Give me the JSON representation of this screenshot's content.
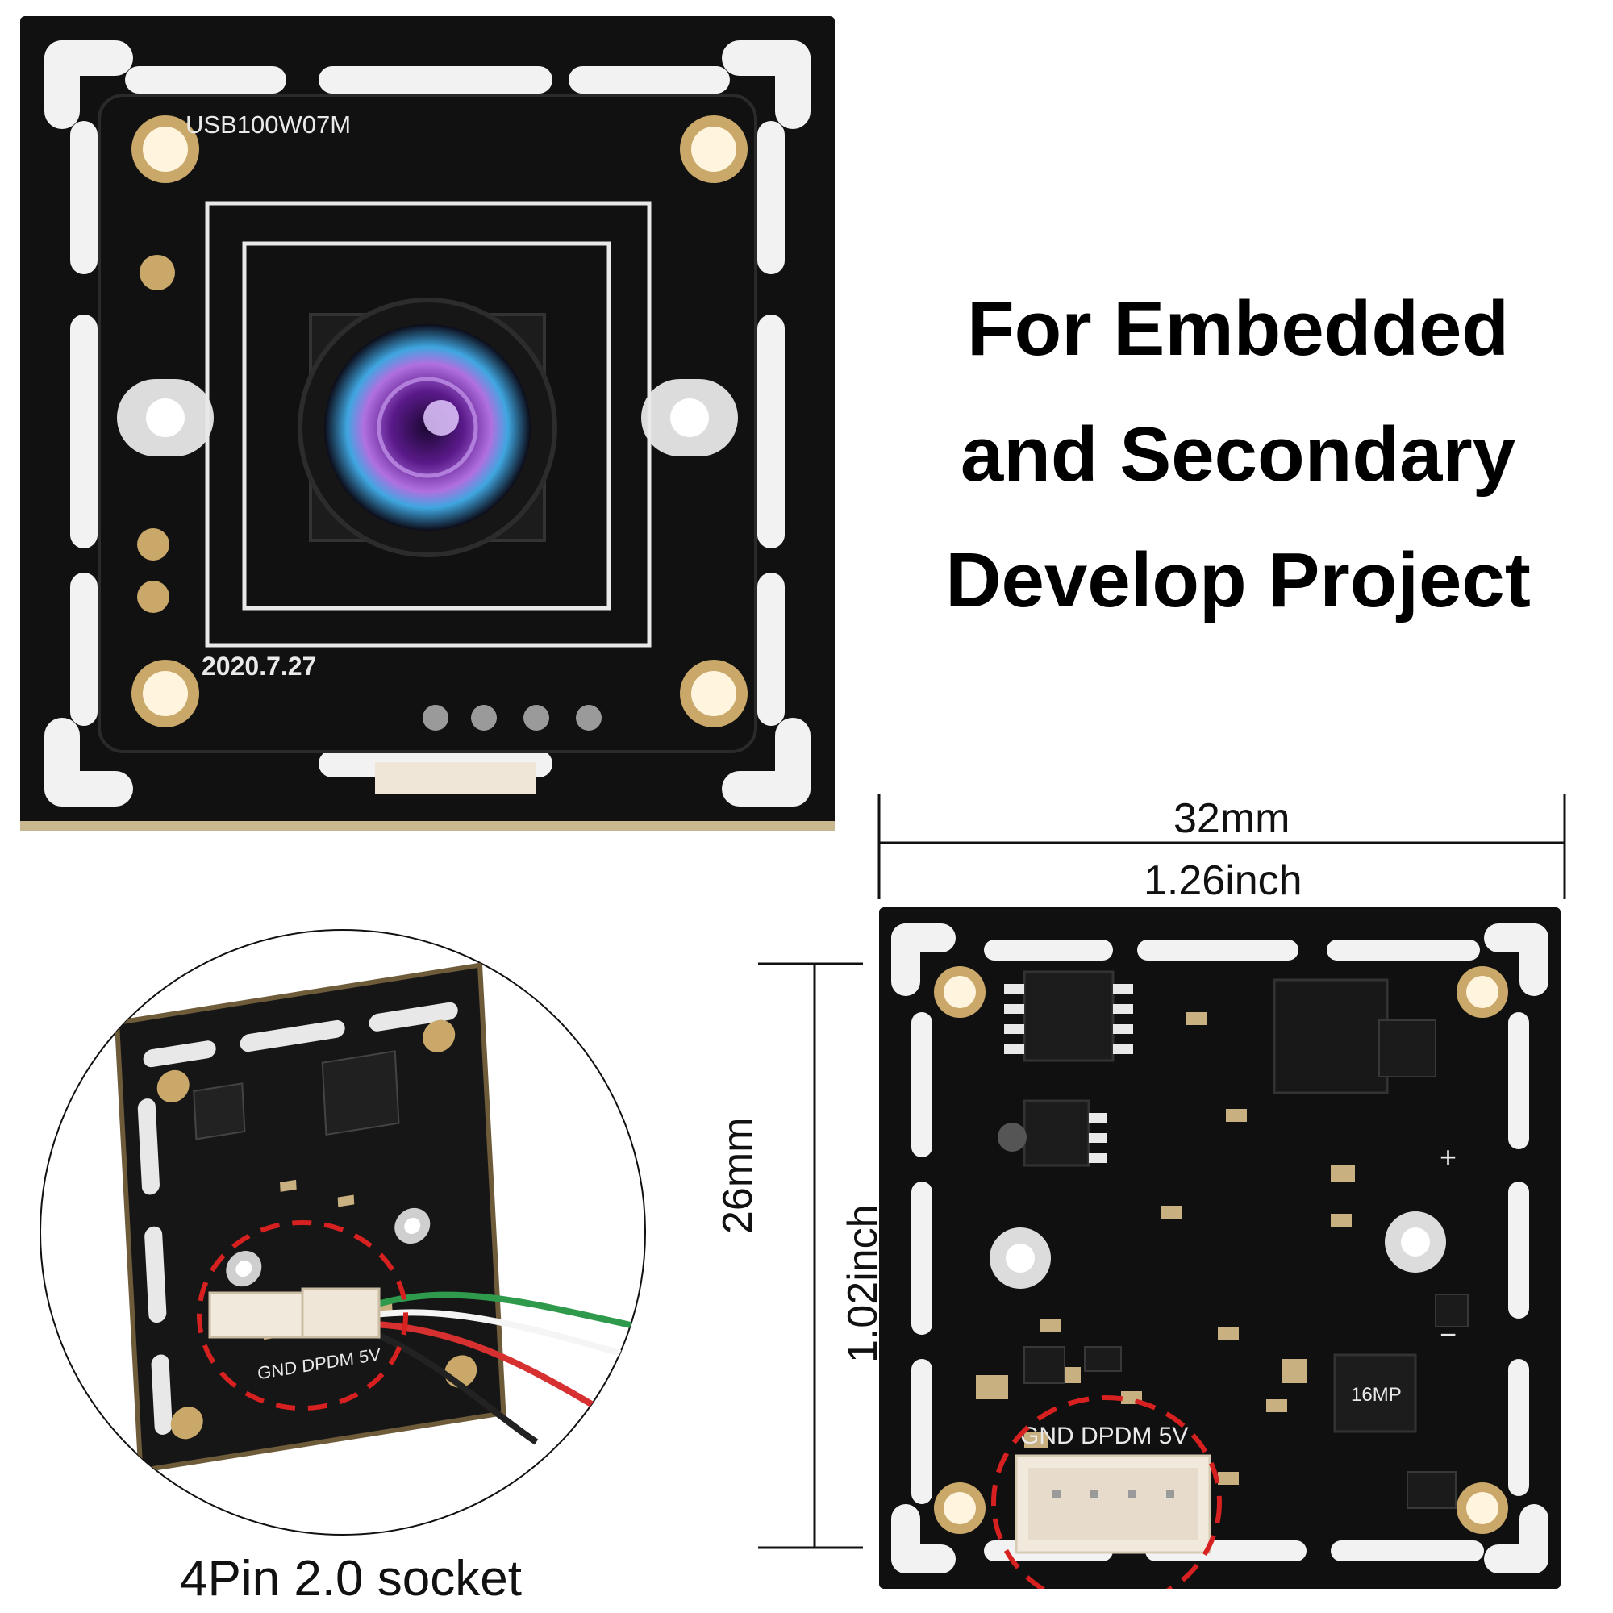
{
  "headline": {
    "line1": "For Embedded",
    "line2": "and Secondary",
    "line3": "Develop Project"
  },
  "front_board": {
    "model_label": "USB100W07M",
    "date_label": "2020.7.27"
  },
  "back_board": {
    "pin_labels": "GND DPDM 5V",
    "chip_label": "16MP",
    "plus_mark": "+",
    "minus_mark": "−"
  },
  "dimensions": {
    "width_mm": "32mm",
    "width_inch": "1.26inch",
    "height_mm": "26mm",
    "height_inch": "1.02inch"
  },
  "inset": {
    "caption": "4Pin 2.0 socket",
    "pin_labels": "GND DPDM 5V"
  },
  "colors": {
    "pcb": "#111111",
    "gold_pad": "#c9a86a",
    "silkscreen": "#e9e9e9",
    "highlight_circle": "#d72020"
  }
}
